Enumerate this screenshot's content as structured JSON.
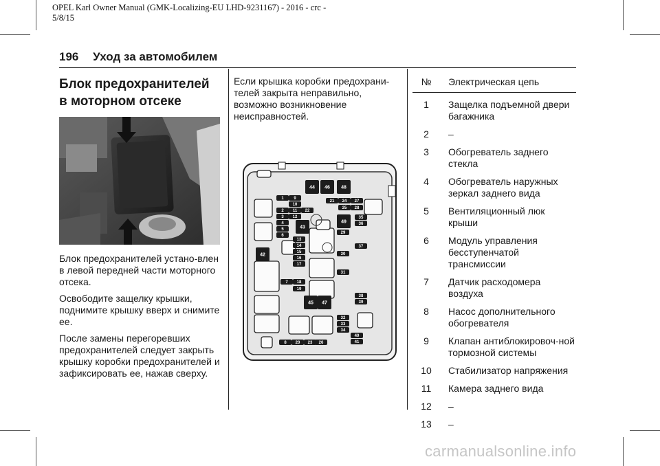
{
  "meta": {
    "line1": "OPEL Karl Owner Manual (GMK-Localizing-EU LHD-9231167) - 2016 - crc -",
    "line2": "5/8/15"
  },
  "header": {
    "page_number": "196",
    "chapter": "Уход за автомобилем"
  },
  "section": {
    "title_line1": "Блок предохранителей",
    "title_line2": "в моторном отсеке"
  },
  "col1_paragraphs": [
    "Блок предохранителей устано-влен в левой передней части моторного отсека.",
    "Освободите защелку крышки, поднимите крышку вверх и снимите ее.",
    "После замены перегоревших предохранителей следует закрыть крышку коробки предохранителей и зафиксировать ее, нажав сверху."
  ],
  "col2_paragraph": "Если крышка коробки предохрани-телей закрыта неправильно, возможно возникновение неисправностей.",
  "diagram": {
    "labels": [
      "1",
      "2",
      "3",
      "4",
      "5",
      "6",
      "7",
      "8",
      "9",
      "10",
      "11",
      "12",
      "13",
      "14",
      "15",
      "16",
      "17",
      "18",
      "19",
      "20",
      "21",
      "22",
      "23",
      "24",
      "25",
      "26",
      "27",
      "28",
      "29",
      "30",
      "31",
      "32",
      "33",
      "34",
      "35",
      "36",
      "37",
      "38",
      "39",
      "40",
      "41",
      "42",
      "43",
      "44",
      "45",
      "46",
      "47",
      "48",
      "49"
    ]
  },
  "table": {
    "header_num": "№",
    "header_desc": "Электрическая цепь",
    "rows": [
      {
        "num": "1",
        "desc": "Защелка подъемной двери багажника"
      },
      {
        "num": "2",
        "desc": "–"
      },
      {
        "num": "3",
        "desc": "Обогреватель заднего стекла"
      },
      {
        "num": "4",
        "desc": "Обогреватель наружных зеркал заднего вида"
      },
      {
        "num": "5",
        "desc": "Вентиляционный люк крыши"
      },
      {
        "num": "6",
        "desc": "Модуль управления бесступенчатой трансмиссии"
      },
      {
        "num": "7",
        "desc": "Датчик расходомера воздуха"
      },
      {
        "num": "8",
        "desc": "Насос дополнительного обогревателя"
      },
      {
        "num": "9",
        "desc": "Клапан антиблокировоч-ной тормозной системы"
      },
      {
        "num": "10",
        "desc": "Стабилизатор напряжения"
      },
      {
        "num": "11",
        "desc": "Камера заднего вида"
      },
      {
        "num": "12",
        "desc": "–"
      },
      {
        "num": "13",
        "desc": "–"
      }
    ]
  },
  "watermark": "carmanualsonline.info"
}
